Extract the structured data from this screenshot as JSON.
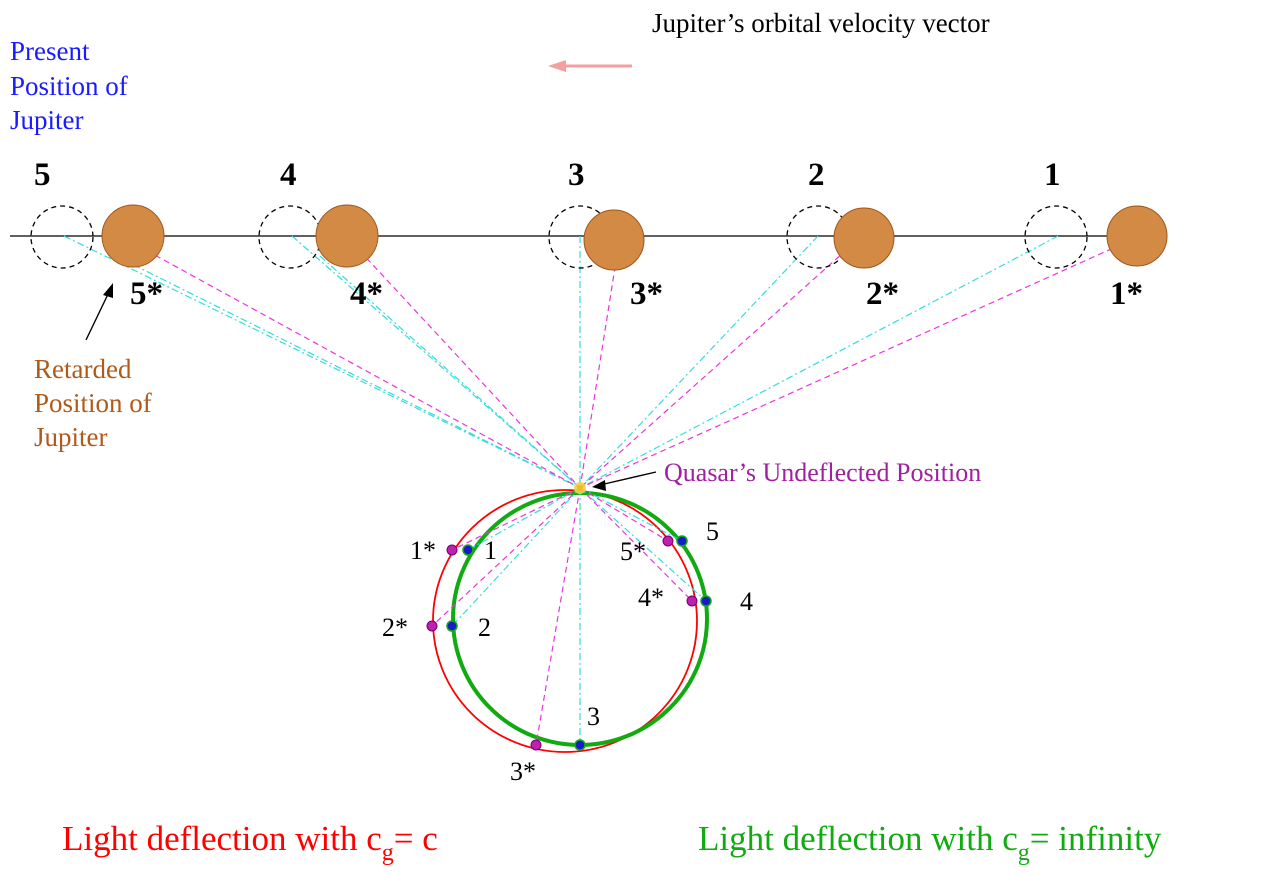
{
  "header": {
    "velocity_label": "Jupiter’s orbital velocity vector"
  },
  "labels": {
    "present_position": [
      "Present",
      "Position of",
      "Jupiter"
    ],
    "retarded_position": [
      "Retarded",
      "Position of",
      "Jupiter"
    ],
    "quasar_position": "Quasar’s Undeflected Position"
  },
  "jupiter_positions": [
    {
      "present_label": "5",
      "retarded_label": "5*"
    },
    {
      "present_label": "4",
      "retarded_label": "4*"
    },
    {
      "present_label": "3",
      "retarded_label": "3*"
    },
    {
      "present_label": "2",
      "retarded_label": "2*"
    },
    {
      "present_label": "1",
      "retarded_label": "1*"
    }
  ],
  "image_points": {
    "green_labels": [
      "1",
      "2",
      "3",
      "4",
      "5"
    ],
    "red_labels": [
      "1*",
      "2*",
      "3*",
      "4*",
      "5*"
    ]
  },
  "legend": {
    "red_text": "Light deflection with c",
    "red_subscript": "g",
    "red_suffix": "= c",
    "green_text": "Light deflection with c",
    "green_subscript": "g",
    "green_suffix": "= infinity"
  },
  "colors": {
    "present_text": "#1a1aff",
    "retarded_text": "#b05a1a",
    "quasar_text": "#a020a0",
    "jupiter_fill": "#d38a45",
    "jupiter_stroke": "#a0561a",
    "cyan_line": "#33dddd",
    "magenta_line": "#ee33dd",
    "red": "#ff0000",
    "green": "#11aa11",
    "arrow": "#f5a0a0",
    "blue_dot": "#1a1acc",
    "magenta_dot": "#c020b0"
  }
}
